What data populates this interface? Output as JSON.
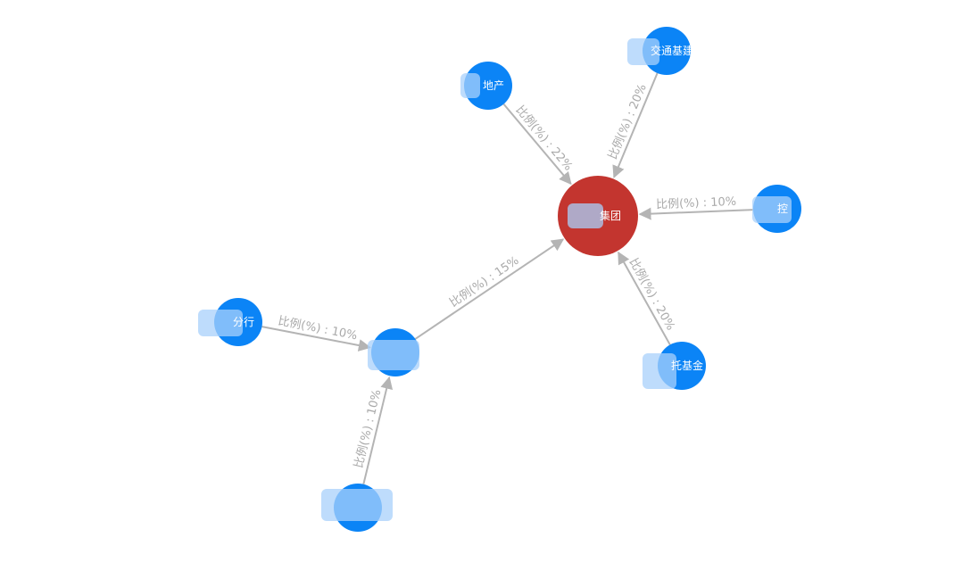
{
  "nodes": [
    {
      "id": "center",
      "label": "集团",
      "color": "#c3352f"
    },
    {
      "id": "n1",
      "label": "地产",
      "color": "#0b84f6"
    },
    {
      "id": "n2",
      "label": "交通基建",
      "color": "#0b84f6"
    },
    {
      "id": "n3",
      "label": "控",
      "color": "#0b84f6"
    },
    {
      "id": "n4",
      "label": "托基金",
      "color": "#0b84f6"
    },
    {
      "id": "mid",
      "label": "",
      "color": "#0b84f6"
    },
    {
      "id": "n5",
      "label": "分行",
      "color": "#0b84f6"
    },
    {
      "id": "n6",
      "label": "",
      "color": "#0b84f6"
    }
  ],
  "edges": [
    {
      "from": "n1",
      "to": "center",
      "label": "比例(%) : 22%"
    },
    {
      "from": "n2",
      "to": "center",
      "label": "比例(%) : 20%"
    },
    {
      "from": "n3",
      "to": "center",
      "label": "比例(%) : 10%"
    },
    {
      "from": "n4",
      "to": "center",
      "label": "比例(%) : 20%"
    },
    {
      "from": "mid",
      "to": "center",
      "label": "比例(%) : 15%"
    },
    {
      "from": "n5",
      "to": "mid",
      "label": "比例(%) : 10%"
    },
    {
      "from": "n6",
      "to": "mid",
      "label": "比例(%) : 10%"
    }
  ],
  "colors": {
    "edge": "#b4b4b4",
    "edge_label": "#a9a9a9",
    "center_node": "#c3352f",
    "node": "#0b84f6"
  }
}
